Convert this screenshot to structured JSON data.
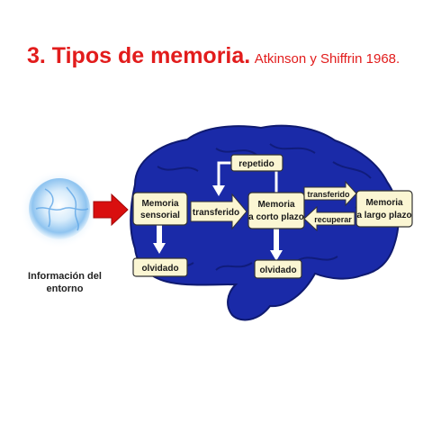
{
  "header": {
    "title_main": "3. Tipos de memoria.",
    "title_sub": "Atkinson y Shiffrin 1968."
  },
  "globe": {
    "icon": "globe-icon",
    "caption_line1": "Información del",
    "caption_line2": "entorno"
  },
  "boxes": {
    "sensorial_line1": "Memoria",
    "sensorial_line2": "sensorial",
    "transferido1": "transferido",
    "corto_line1": "Memoria",
    "corto_line2": "a corto plazo",
    "largo_line1": "Memoria",
    "largo_line2": "a largo plazo",
    "repetido": "repetido",
    "olvidado1": "olvidado",
    "olvidado2": "olvidado",
    "transferido2": "transferido",
    "recuperar": "recuperar"
  },
  "colors": {
    "title": "#e21c1c",
    "brain": "#1a2aa8",
    "box_fill": "#fbf6d3",
    "arrow_fill": "#ffffff",
    "input_arrow": "#d90f0f"
  }
}
